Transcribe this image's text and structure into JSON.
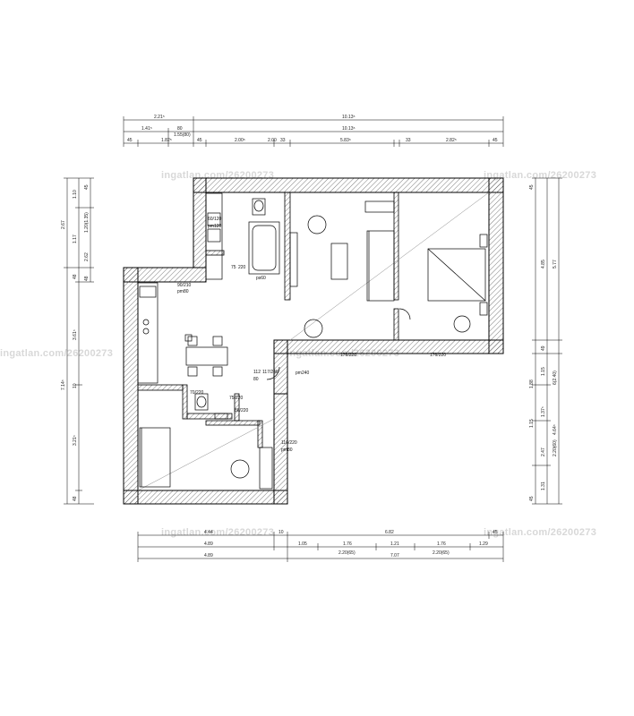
{
  "watermark": "ingatlan.com/26200273",
  "top_dims": {
    "row1": [
      "2.21⁵",
      "10.13⁵"
    ],
    "row2": [
      "1.41⁵",
      "80",
      "10.13⁵"
    ],
    "row2_sub": "1.55(80)",
    "row3": [
      "45",
      "1.82⁵",
      "45",
      "2.00⁵",
      "2.00",
      "33",
      "5.83⁵",
      "33",
      "2.82⁵",
      "45"
    ]
  },
  "left_dims": {
    "outer": [
      "2.67",
      "7.14⁵"
    ],
    "mid": [
      "1.10",
      "1.17",
      "48",
      "3.61⁵",
      "10",
      "3.21⁵",
      "48"
    ],
    "inner": [
      "45",
      "1.20(1.35)",
      "2.62",
      "48"
    ]
  },
  "right_dims": {
    "outer": [
      "5.77",
      "4.64⁵"
    ],
    "mid": [
      "4.85",
      "49",
      "1.15",
      "1.37⁵",
      "2.47",
      "1.31"
    ],
    "inner": [
      "45",
      "1.88",
      "6(2.40)",
      "1.15",
      "2.20(60)",
      "45"
    ]
  },
  "bottom_dims": {
    "row1": [
      "4.44",
      "10",
      "6.82",
      "45"
    ],
    "row2": [
      "4.89",
      "1.05",
      "1.76",
      "1.21",
      "1.76",
      "1.29"
    ],
    "row2_sub": [
      "2.20(65)",
      "2.20(65)"
    ],
    "row3": [
      "4.89",
      "7.07"
    ]
  },
  "door_labels": [
    "60/120",
    "pm120",
    "75",
    "220",
    "90/210",
    "pm80",
    "112",
    "80",
    "117/246",
    "pm240",
    "75/220",
    "86/220",
    "70/220",
    "116/220",
    "pm80",
    "176/220",
    "176/220",
    "ps60"
  ]
}
